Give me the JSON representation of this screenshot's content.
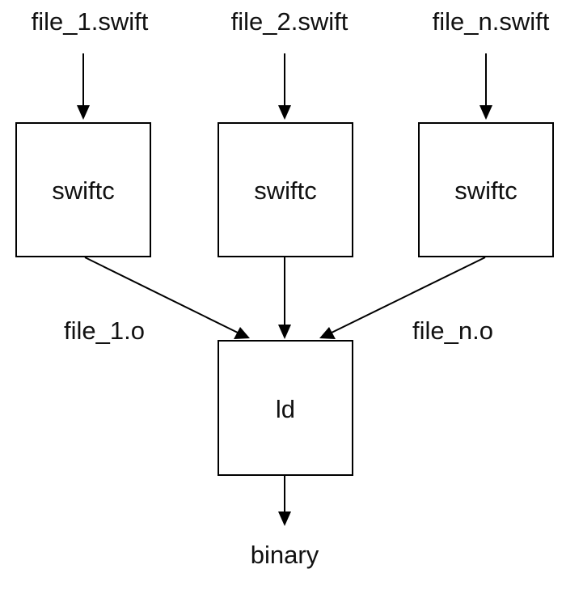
{
  "diagram": {
    "inputs": [
      {
        "label": "file_1.swift"
      },
      {
        "label": "file_2.swift"
      },
      {
        "label": "file_n.swift"
      }
    ],
    "compilers": [
      {
        "label": "swiftc"
      },
      {
        "label": "swiftc"
      },
      {
        "label": "swiftc"
      }
    ],
    "objects": [
      {
        "label": "file_1.o"
      },
      {
        "label": "file_n.o"
      }
    ],
    "linker": {
      "label": "ld"
    },
    "output": {
      "label": "binary"
    }
  }
}
